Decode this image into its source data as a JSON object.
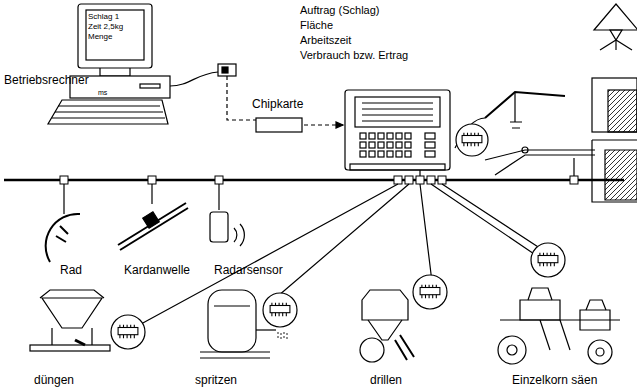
{
  "diagram": {
    "nodes": [
      {
        "text": [
          "Schlag 1",
          "Zeit 2,5kg",
          "Menge"
        ]
      },
      {
        "text": [
          "Chipkarte"
        ]
      }
    ],
    "labels": [
      "Betriebsrechner",
      "ms",
      "Auftrag (Schlag)",
      "Fläche",
      "Arbeitszeit",
      "Verbrauch bzw. Ertrag",
      "Rad",
      "Kardanwelle",
      "Radarsensor",
      "düngen",
      "spritzen",
      "drillen",
      "Einzelkorn säen"
    ]
  }
}
